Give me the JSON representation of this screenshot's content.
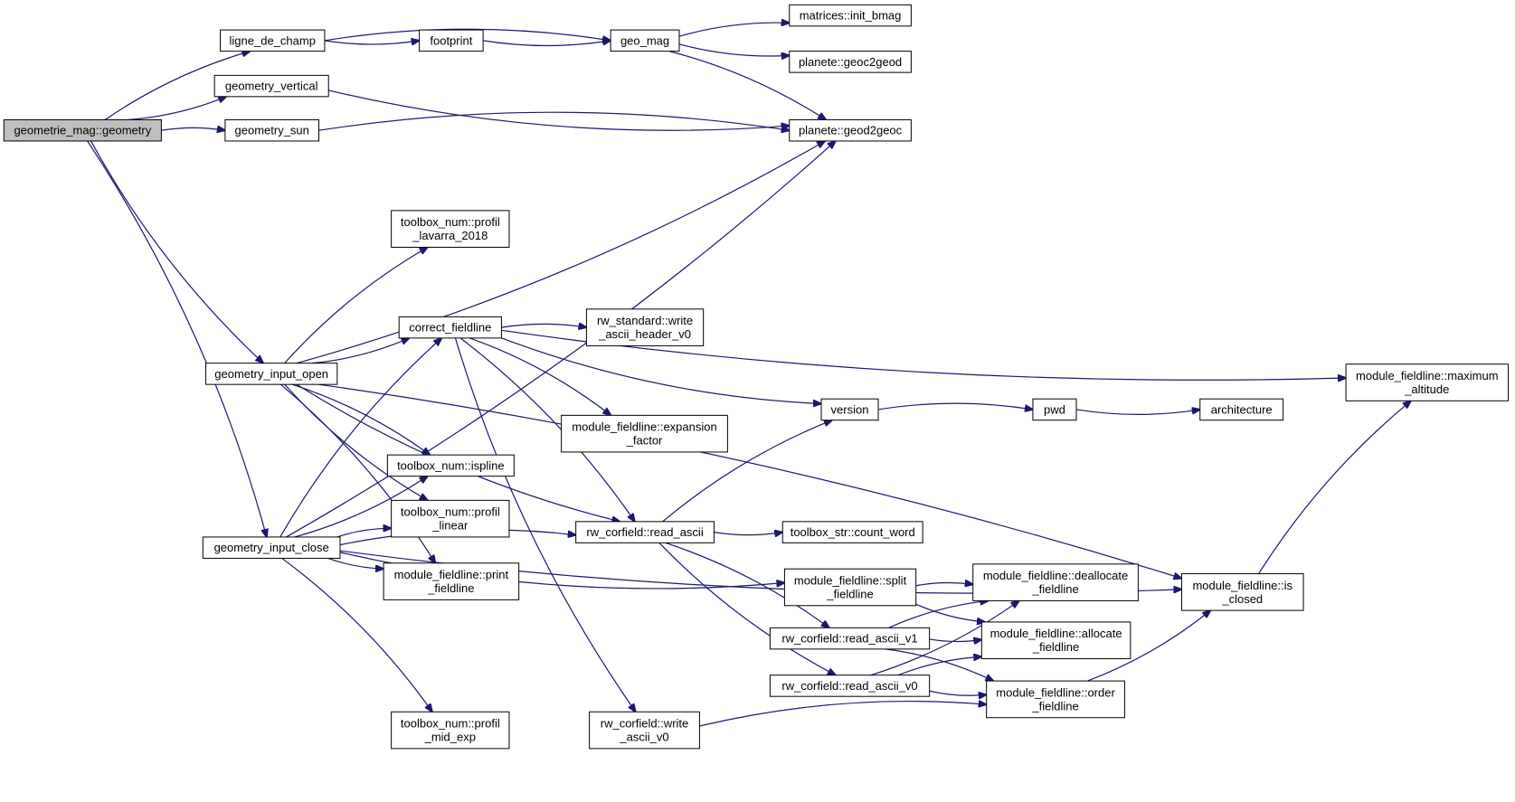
{
  "graph": {
    "nodes": [
      {
        "id": "geometry",
        "lines": [
          "geometrie_mag::geometry"
        ],
        "root": true
      },
      {
        "id": "ligne_de_champ",
        "lines": [
          "ligne_de_champ"
        ]
      },
      {
        "id": "geometry_vertical",
        "lines": [
          "geometry_vertical"
        ]
      },
      {
        "id": "geometry_sun",
        "lines": [
          "geometry_sun"
        ]
      },
      {
        "id": "geometry_input_open",
        "lines": [
          "geometry_input_open"
        ]
      },
      {
        "id": "geometry_input_close",
        "lines": [
          "geometry_input_close"
        ]
      },
      {
        "id": "footprint",
        "lines": [
          "footprint"
        ]
      },
      {
        "id": "geo_mag",
        "lines": [
          "geo_mag"
        ]
      },
      {
        "id": "init_bmag",
        "lines": [
          "matrices::init_bmag"
        ]
      },
      {
        "id": "geoc2geod",
        "lines": [
          "planete::geoc2geod"
        ]
      },
      {
        "id": "geod2geoc",
        "lines": [
          "planete::geod2geoc"
        ]
      },
      {
        "id": "profil_lavarra",
        "lines": [
          "toolbox_num::profil",
          "_lavarra_2018"
        ]
      },
      {
        "id": "correct_fieldline",
        "lines": [
          "correct_fieldline"
        ]
      },
      {
        "id": "write_ascii_header",
        "lines": [
          "rw_standard::write",
          "_ascii_header_v0"
        ]
      },
      {
        "id": "maximum_altitude",
        "lines": [
          "module_fieldline::maximum",
          "_altitude"
        ]
      },
      {
        "id": "expansion_factor",
        "lines": [
          "module_fieldline::expansion",
          "_factor"
        ]
      },
      {
        "id": "version",
        "lines": [
          "version"
        ]
      },
      {
        "id": "pwd",
        "lines": [
          "pwd"
        ]
      },
      {
        "id": "architecture",
        "lines": [
          "architecture"
        ]
      },
      {
        "id": "ispline",
        "lines": [
          "toolbox_num::ispline"
        ]
      },
      {
        "id": "profil_linear",
        "lines": [
          "toolbox_num::profil",
          "_linear"
        ]
      },
      {
        "id": "read_ascii",
        "lines": [
          "rw_corfield::read_ascii"
        ]
      },
      {
        "id": "count_word",
        "lines": [
          "toolbox_str::count_word"
        ]
      },
      {
        "id": "print_fieldline",
        "lines": [
          "module_fieldline::print",
          "_fieldline"
        ]
      },
      {
        "id": "split_fieldline",
        "lines": [
          "module_fieldline::split",
          "_fieldline"
        ]
      },
      {
        "id": "deallocate_fieldline",
        "lines": [
          "module_fieldline::deallocate",
          "_fieldline"
        ]
      },
      {
        "id": "is_closed",
        "lines": [
          "module_fieldline::is",
          "_closed"
        ]
      },
      {
        "id": "read_ascii_v1",
        "lines": [
          "rw_corfield::read_ascii_v1"
        ]
      },
      {
        "id": "allocate_fieldline",
        "lines": [
          "module_fieldline::allocate",
          "_fieldline"
        ]
      },
      {
        "id": "read_ascii_v0",
        "lines": [
          "rw_corfield::read_ascii_v0"
        ]
      },
      {
        "id": "order_fieldline",
        "lines": [
          "module_fieldline::order",
          "_fieldline"
        ]
      },
      {
        "id": "profil_mid_exp",
        "lines": [
          "toolbox_num::profil",
          "_mid_exp"
        ]
      },
      {
        "id": "write_ascii_v0",
        "lines": [
          "rw_corfield::write",
          "_ascii_v0"
        ]
      }
    ],
    "edges": [
      [
        "geometry",
        "ligne_de_champ"
      ],
      [
        "geometry",
        "geometry_vertical"
      ],
      [
        "geometry",
        "geometry_sun"
      ],
      [
        "geometry",
        "geometry_input_open"
      ],
      [
        "geometry",
        "geometry_input_close"
      ],
      [
        "ligne_de_champ",
        "footprint"
      ],
      [
        "ligne_de_champ",
        "geo_mag"
      ],
      [
        "footprint",
        "geo_mag"
      ],
      [
        "geo_mag",
        "init_bmag"
      ],
      [
        "geo_mag",
        "geoc2geod"
      ],
      [
        "geo_mag",
        "geod2geoc"
      ],
      [
        "geometry_vertical",
        "geod2geoc"
      ],
      [
        "geometry_sun",
        "geod2geoc"
      ],
      [
        "geometry_input_open",
        "geod2geoc"
      ],
      [
        "geometry_input_open",
        "profil_lavarra"
      ],
      [
        "geometry_input_open",
        "correct_fieldline"
      ],
      [
        "geometry_input_open",
        "ispline"
      ],
      [
        "geometry_input_open",
        "profil_linear"
      ],
      [
        "geometry_input_open",
        "print_fieldline"
      ],
      [
        "geometry_input_open",
        "read_ascii"
      ],
      [
        "geometry_input_open",
        "is_closed"
      ],
      [
        "geometry_input_close",
        "geod2geoc"
      ],
      [
        "geometry_input_close",
        "correct_fieldline"
      ],
      [
        "geometry_input_close",
        "ispline"
      ],
      [
        "geometry_input_close",
        "profil_linear"
      ],
      [
        "geometry_input_close",
        "print_fieldline"
      ],
      [
        "geometry_input_close",
        "read_ascii"
      ],
      [
        "geometry_input_close",
        "split_fieldline"
      ],
      [
        "geometry_input_close",
        "profil_mid_exp"
      ],
      [
        "geometry_input_close",
        "is_closed"
      ],
      [
        "correct_fieldline",
        "write_ascii_header"
      ],
      [
        "correct_fieldline",
        "maximum_altitude"
      ],
      [
        "correct_fieldline",
        "expansion_factor"
      ],
      [
        "correct_fieldline",
        "version"
      ],
      [
        "correct_fieldline",
        "read_ascii"
      ],
      [
        "correct_fieldline",
        "write_ascii_v0"
      ],
      [
        "version",
        "pwd"
      ],
      [
        "pwd",
        "architecture"
      ],
      [
        "read_ascii",
        "version"
      ],
      [
        "read_ascii",
        "count_word"
      ],
      [
        "read_ascii",
        "read_ascii_v1"
      ],
      [
        "read_ascii",
        "read_ascii_v0"
      ],
      [
        "split_fieldline",
        "deallocate_fieldline"
      ],
      [
        "split_fieldline",
        "allocate_fieldline"
      ],
      [
        "read_ascii_v1",
        "deallocate_fieldline"
      ],
      [
        "read_ascii_v1",
        "allocate_fieldline"
      ],
      [
        "read_ascii_v1",
        "order_fieldline"
      ],
      [
        "read_ascii_v0",
        "deallocate_fieldline"
      ],
      [
        "read_ascii_v0",
        "allocate_fieldline"
      ],
      [
        "read_ascii_v0",
        "order_fieldline"
      ],
      [
        "write_ascii_v0",
        "order_fieldline"
      ],
      [
        "order_fieldline",
        "is_closed"
      ],
      [
        "is_closed",
        "maximum_altitude"
      ]
    ]
  }
}
